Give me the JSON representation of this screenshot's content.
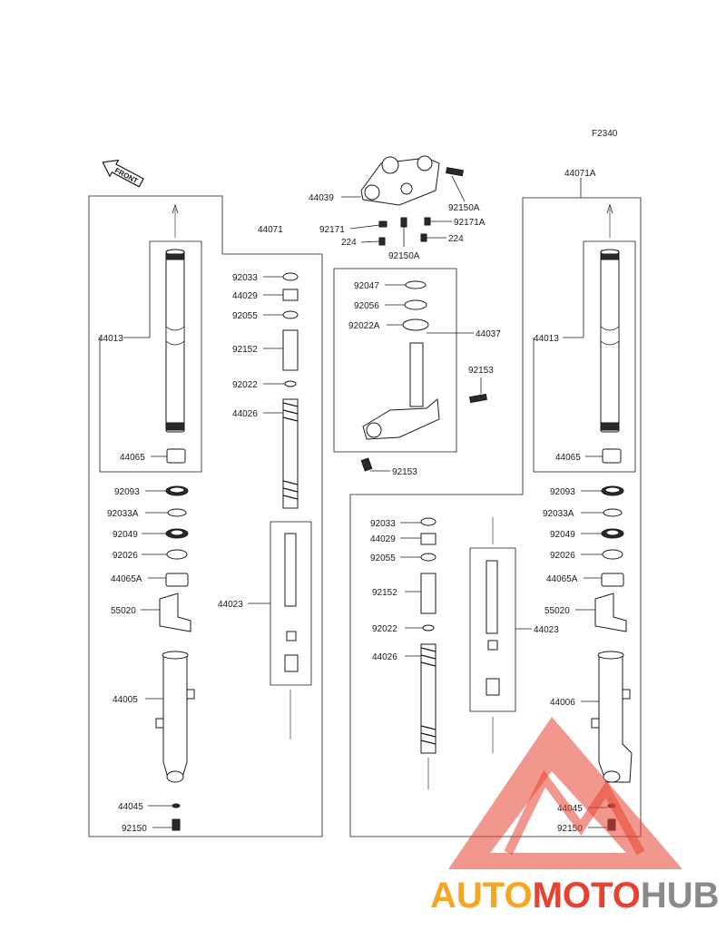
{
  "figure_code": "F2340",
  "front_label": "FRONT",
  "labels": {
    "l44071A": "44071A",
    "l44039": "44039",
    "l92150A_a": "92150A",
    "l92171": "92171",
    "l92171A": "92171A",
    "l224_a": "224",
    "l224_b": "224",
    "l92150A_b": "92150A",
    "l44071": "44071",
    "l92033_a": "92033",
    "l44029_a": "44029",
    "l92055_a": "92055",
    "l92152_a": "92152",
    "l92022_a": "92022",
    "l44026_a": "44026",
    "l44013_a": "44013",
    "l44065_a": "44065",
    "l92093_a": "92093",
    "l92033A_a": "92033A",
    "l92049_a": "92049",
    "l92026_a": "92026",
    "l44065A_a": "44065A",
    "l55020_a": "55020",
    "l44023_a": "44023",
    "l44005": "44005",
    "l44045_a": "44045",
    "l92150_a": "92150",
    "l92047": "92047",
    "l92056": "92056",
    "l92022A": "92022A",
    "l44037": "44037",
    "l92153_a": "92153",
    "l92153_b": "92153",
    "l92033_b": "92033",
    "l44029_b": "44029",
    "l92055_b": "92055",
    "l92152_b": "92152",
    "l92022_b": "92022",
    "l44026_b": "44026",
    "l44023_b": "44023",
    "l44013_b": "44013",
    "l44065_b": "44065",
    "l92093_b": "92093",
    "l92033A_b": "92033A",
    "l92049_b": "92049",
    "l92026_b": "92026",
    "l44065A_b": "44065A",
    "l55020_b": "55020",
    "l44006": "44006",
    "l44045_b": "44045",
    "l92150_b": "92150"
  },
  "watermark": {
    "part1": "AUTO",
    "part2": "MOTO",
    "part3": "HUB",
    "color_orange": "#f5a623",
    "color_red": "#e8412f",
    "color_gray": "#8a8a8a"
  }
}
